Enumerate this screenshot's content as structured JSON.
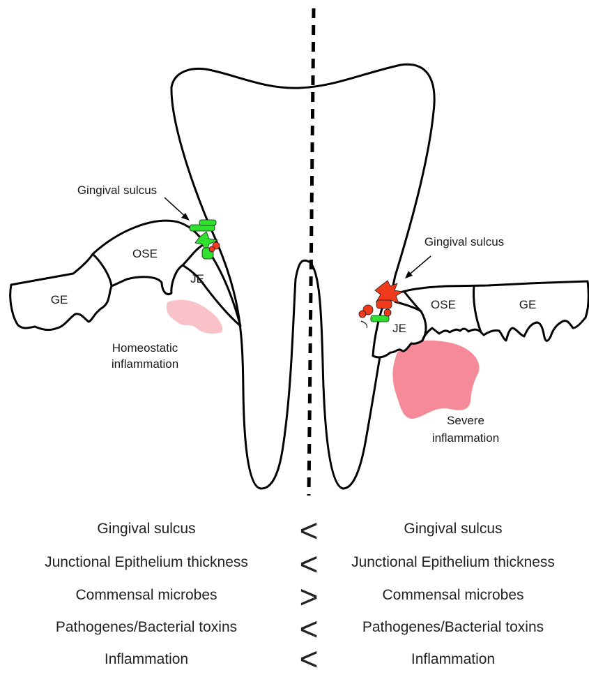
{
  "labels": {
    "left_sulcus": "Gingival sulcus",
    "right_sulcus": "Gingival sulcus",
    "left_ose": "OSE",
    "left_ge": "GE",
    "left_je": "JE",
    "right_ose": "OSE",
    "right_ge": "GE",
    "right_je": "JE",
    "homeostatic_line1": "Homeostatic",
    "homeostatic_line2": "inflammation",
    "severe_line1": "Severe",
    "severe_line2": "inflammation"
  },
  "comparison": [
    {
      "left": "Gingival sulcus",
      "symbol": "<",
      "right": "Gingival sulcus"
    },
    {
      "left": "Junctional Epithelium thickness",
      "symbol": "<",
      "right": "Junctional Epithelium thickness"
    },
    {
      "left": "Commensal microbes",
      "symbol": ">",
      "right": "Commensal microbes"
    },
    {
      "left": "Pathogenes/Bacterial toxins",
      "symbol": "<",
      "right": "Pathogenes/Bacterial toxins"
    },
    {
      "left": "Inflammation",
      "symbol": "<",
      "right": "Inflammation"
    }
  ],
  "colors": {
    "commensal": "#2fe02f",
    "pathogen": "#ef3a1e",
    "homeostatic_inflammation": "#f8c2c8",
    "severe_inflammation": "#f58b98",
    "outline": "#000000"
  }
}
